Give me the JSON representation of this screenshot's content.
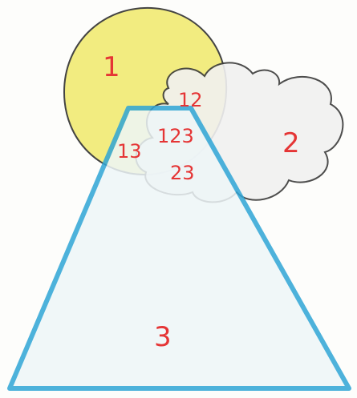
{
  "colors": {
    "sun_fill": "#f2ec7a",
    "sun_stroke": "#3a3a3a",
    "cloud_fill": "#f1f1f1",
    "cloud_stroke": "#3a3a3a",
    "mountain_fill": "#eef6f8",
    "mountain_stroke": "#2fa5d6",
    "label": "#e53535"
  },
  "labels": {
    "region_1": "1",
    "region_2": "2",
    "region_3": "3",
    "region_12": "12",
    "region_13": "13",
    "region_23": "23",
    "region_123": "123"
  }
}
